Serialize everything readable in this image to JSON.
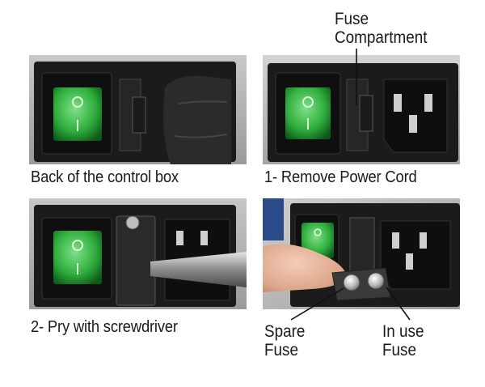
{
  "captions": {
    "panel1": "Back of the control box",
    "panel2": "1- Remove Power Cord",
    "panel3": "2- Pry with screwdriver"
  },
  "labels": {
    "fuse_compartment_line1": "Fuse",
    "fuse_compartment_line2": "Compartment",
    "spare_fuse_line1": "Spare",
    "spare_fuse_line2": "Fuse",
    "in_use_fuse_line1": "In use",
    "in_use_fuse_line2": "Fuse"
  },
  "colors": {
    "switch_green": "#3cc24a",
    "housing_black": "#151515",
    "background_gray": "#a9a9a9"
  }
}
